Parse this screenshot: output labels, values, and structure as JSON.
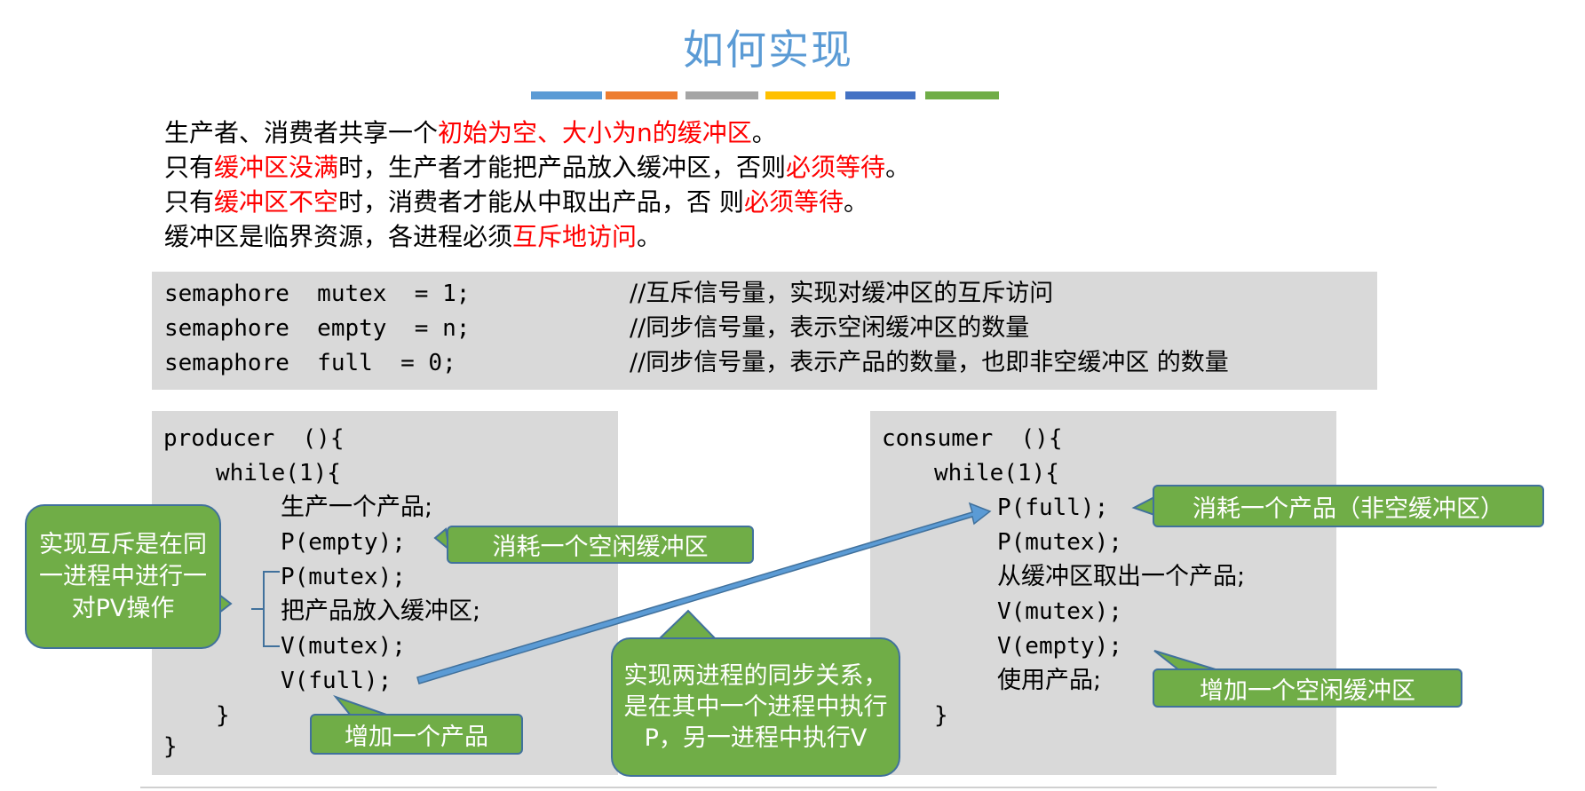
{
  "title": "如何实现",
  "color_bar": [
    "#5b9bd5",
    "#ed7d31",
    "#a5a5a5",
    "#ffc000",
    "#4472c4",
    "#70ad47"
  ],
  "intro": [
    [
      {
        "t": "生产者、消费者共享一个",
        "red": false
      },
      {
        "t": "初始为空、大小为n的缓冲区",
        "red": true
      },
      {
        "t": "。",
        "red": false
      }
    ],
    [
      {
        "t": "只有",
        "red": false
      },
      {
        "t": "缓冲区没满",
        "red": true
      },
      {
        "t": "时，生产者才能把产品放入缓冲区，否则",
        "red": false
      },
      {
        "t": "必须等待",
        "red": true
      },
      {
        "t": "。",
        "red": false
      }
    ],
    [
      {
        "t": "只有",
        "red": false
      },
      {
        "t": "缓冲区不空",
        "red": true
      },
      {
        "t": "时，消费者才能从中取出产品，否 则",
        "red": false
      },
      {
        "t": "必须等待",
        "red": true
      },
      {
        "t": "。",
        "red": false
      }
    ],
    [
      {
        "t": "缓冲区是临界资源，各进程必须",
        "red": false
      },
      {
        "t": "互斥地访问",
        "red": true
      },
      {
        "t": "。",
        "red": false
      }
    ]
  ],
  "semaphores": [
    {
      "code": "semaphore  mutex  = 1;",
      "comment": "//互斥信号量，实现对缓冲区的互斥访问"
    },
    {
      "code": "semaphore  empty  = n;",
      "comment": "//同步信号量，表示空闲缓冲区的数量"
    },
    {
      "code": "semaphore  full  = 0;",
      "comment": "//同步信号量，表示产品的数量，也即非空缓冲区 的数量"
    }
  ],
  "producer": {
    "header": "producer  (){",
    "while": "while(1){",
    "produce": "生产一个产品;",
    "p_empty": "P(empty);",
    "p_mutex": "P(mutex);",
    "put": "把产品放入缓冲区;",
    "v_mutex": "V(mutex);",
    "v_full": "V(full);",
    "close_inner": "}",
    "close_outer": "}"
  },
  "consumer": {
    "header": "consumer  (){",
    "while": "while(1){",
    "p_full": "P(full);",
    "p_mutex": "P(mutex);",
    "take": "从缓冲区取出一个产品;",
    "v_mutex": "V(mutex);",
    "v_empty": "V(empty);",
    "use": "使用产品;",
    "close": "}"
  },
  "callouts": {
    "mutex_pair": "实现互斥是在同一进程中进行一对PV操作",
    "consume_empty": "消耗一个空闲缓冲区",
    "add_product": "增加一个产品",
    "sync": "实现两进程的同步关系，是在其中一个进程中执行P，另一进程中执行V",
    "consume_product": "消耗一个产品（非空缓冲区）",
    "add_empty": "增加一个空闲缓冲区"
  },
  "colors": {
    "title": "#5b9bd5",
    "red": "#ff0000",
    "callout_fill": "#70ad47",
    "callout_border": "#41719c",
    "code_bg": "#d9d9d9",
    "arrow": "#5b9bd5"
  }
}
